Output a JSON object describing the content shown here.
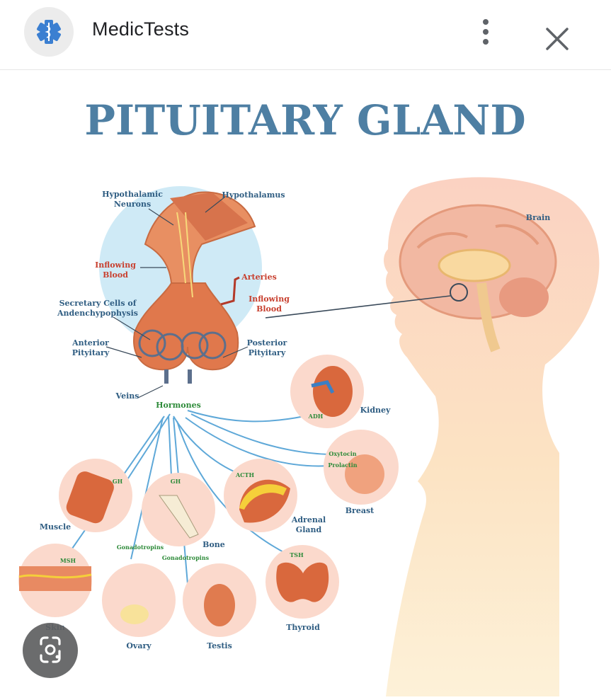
{
  "app": {
    "title": "MedicTests",
    "logo_icon": "star-of-life-icon",
    "more_icon": "more-vert-icon",
    "close_icon": "close-icon"
  },
  "figure": {
    "title": "PITUITARY GLAND",
    "labels": {
      "hypothalamic_neurons_1": "Hypothalamic",
      "hypothalamic_neurons_2": "Neurons",
      "hypothalamus": "Hypothalamus",
      "brain": "Brain",
      "inflowing_blood_left_1": "Inflowing",
      "inflowing_blood_left_2": "Blood",
      "arteries": "Arteries",
      "inflowing_blood_right_1": "Inflowing",
      "inflowing_blood_right_2": "Blood",
      "secretory_cells_1": "Secretary Cells of",
      "secretory_cells_2": "Andenchypophysis",
      "anterior_1": "Anterior",
      "anterior_2": "Pityitary",
      "posterior_1": "Posterior",
      "posterior_2": "Pityitary",
      "veins": "Veins",
      "hormones": "Hormones",
      "adh": "ADH",
      "kidney": "Kidney",
      "oxytocin": "Oxytocin",
      "prolactin": "Prolactin",
      "breast": "Breast",
      "gh_muscle": "GH",
      "gh_bone": "GH",
      "acth": "ACTH",
      "muscle": "Muscle",
      "adrenal_1": "Adrenal",
      "adrenal_2": "Gland",
      "bone": "Bone",
      "gonadotropins_1": "Gonadotropins",
      "gonadotropins_2": "Gonadotropins",
      "msh": "MSH",
      "tsh": "TSH",
      "skin": "Skin",
      "ovary": "Ovary",
      "testis": "Testis",
      "thyroid": "Thyroid"
    }
  },
  "overlay": {
    "lens_icon": "google-lens-icon"
  },
  "colors": {
    "title_blue": "#4e7fa3",
    "label_blue": "#2f5d82",
    "label_red": "#c8402f",
    "hormone_green": "#2e8b3a",
    "arrow_blue": "#5ea8d8",
    "gland_orange": "#e07b4f",
    "circle_pink": "#fbd9cc"
  }
}
